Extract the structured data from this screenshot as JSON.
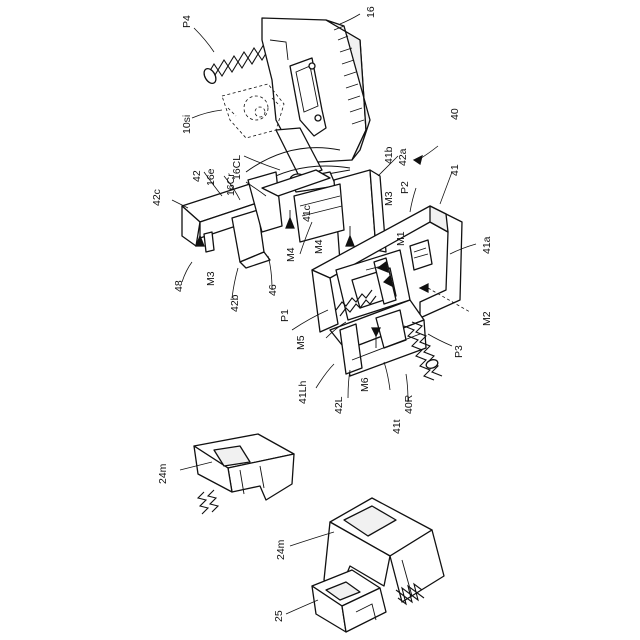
{
  "labels": {
    "p4": "P4",
    "n16": "16",
    "n10si": "10si",
    "n40": "40",
    "n16cl": "16CL",
    "n41b": "41b",
    "n42a": "42a",
    "n16e": "16e",
    "n42": "42",
    "n42c": "42c",
    "n16cr": "16Cr",
    "p2": "P2",
    "n41": "41",
    "m3a": "M3",
    "m1": "M1",
    "n41a": "41a",
    "n41c": "41c",
    "m4a": "M4",
    "m4b": "M4",
    "n48": "48",
    "m3b": "M3",
    "n42b": "42b",
    "n46": "46",
    "p1": "P1",
    "m2": "M2",
    "m5": "M5",
    "p3": "P3",
    "n41lh": "41Lh",
    "m6": "M6",
    "n42l": "42L",
    "n40r": "40R",
    "n41t": "41t",
    "n24m_a": "24m",
    "n24m_b": "24m",
    "n25": "25"
  }
}
